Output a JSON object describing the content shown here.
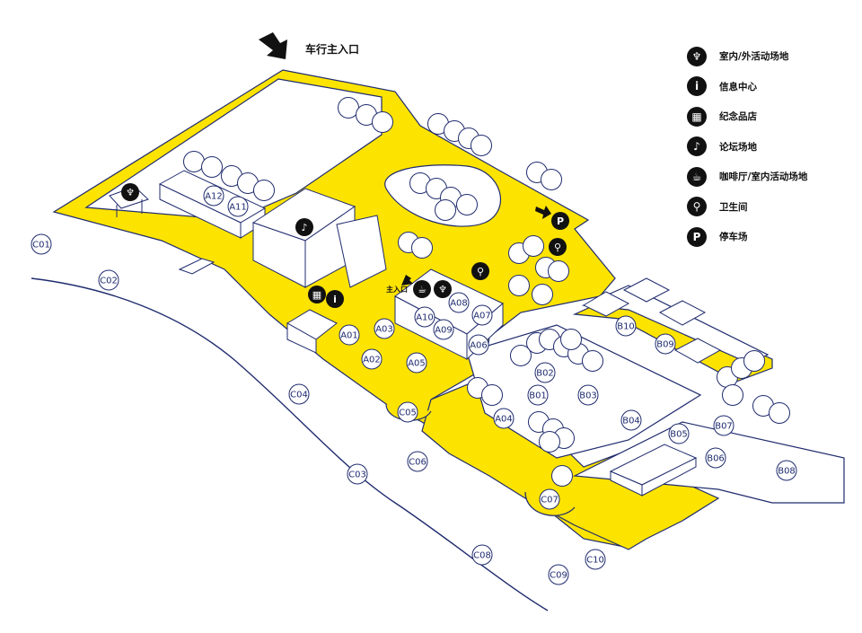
{
  "colors": {
    "ground": "#fde300",
    "outline": "#1f2b6e",
    "building": "#ffffff",
    "icon_fill": "#111111"
  },
  "entrances": {
    "vehicle": "车行主入口",
    "main": "主入口"
  },
  "legend": [
    {
      "icon": "people-icon",
      "glyph": "♆",
      "label": "室内/外活动场地"
    },
    {
      "icon": "info-icon",
      "glyph": "i",
      "label": "信息中心"
    },
    {
      "icon": "gift-icon",
      "glyph": "▦",
      "label": "纪念品店"
    },
    {
      "icon": "forum-icon",
      "glyph": "♪",
      "label": "论坛场地"
    },
    {
      "icon": "coffee-icon",
      "glyph": "☕",
      "label": "咖啡厅/室内活动场地"
    },
    {
      "icon": "restroom-icon",
      "glyph": "⚲",
      "label": "卫生间"
    },
    {
      "icon": "parking-icon",
      "glyph": "P",
      "label": "停车场"
    }
  ],
  "zones": [
    {
      "id": "A01",
      "label": "A01"
    },
    {
      "id": "A02",
      "label": "A02"
    },
    {
      "id": "A03",
      "label": "A03"
    },
    {
      "id": "A04",
      "label": "A04"
    },
    {
      "id": "A05",
      "label": "A05"
    },
    {
      "id": "A06",
      "label": "A06"
    },
    {
      "id": "A07",
      "label": "A07"
    },
    {
      "id": "A08",
      "label": "A08"
    },
    {
      "id": "A09",
      "label": "A09"
    },
    {
      "id": "A10",
      "label": "A10"
    },
    {
      "id": "A11",
      "label": "A11"
    },
    {
      "id": "A12",
      "label": "A12"
    },
    {
      "id": "B01",
      "label": "B01"
    },
    {
      "id": "B02",
      "label": "B02"
    },
    {
      "id": "B03",
      "label": "B03"
    },
    {
      "id": "B04",
      "label": "B04"
    },
    {
      "id": "B05",
      "label": "B05"
    },
    {
      "id": "B06",
      "label": "B06"
    },
    {
      "id": "B07",
      "label": "B07"
    },
    {
      "id": "B08",
      "label": "B08"
    },
    {
      "id": "B09",
      "label": "B09"
    },
    {
      "id": "B10",
      "label": "B10"
    },
    {
      "id": "C01",
      "label": "C01"
    },
    {
      "id": "C02",
      "label": "C02"
    },
    {
      "id": "C03",
      "label": "C03"
    },
    {
      "id": "C04",
      "label": "C04"
    },
    {
      "id": "C05",
      "label": "C05"
    },
    {
      "id": "C06",
      "label": "C06"
    },
    {
      "id": "C07",
      "label": "C07"
    },
    {
      "id": "C08",
      "label": "C08"
    },
    {
      "id": "C09",
      "label": "C09"
    },
    {
      "id": "C10",
      "label": "C10"
    }
  ],
  "markers": [
    {
      "id": "parking",
      "icon": "parking-icon",
      "glyph": "P"
    },
    {
      "id": "restroom-north",
      "icon": "restroom-icon",
      "glyph": "⚲"
    },
    {
      "id": "restroom-main",
      "icon": "restroom-icon",
      "glyph": "⚲"
    },
    {
      "id": "people-west",
      "icon": "people-icon",
      "glyph": "♆"
    },
    {
      "id": "people-main",
      "icon": "people-icon",
      "glyph": "♆"
    },
    {
      "id": "forum",
      "icon": "forum-icon",
      "glyph": "♪"
    },
    {
      "id": "gift",
      "icon": "gift-icon",
      "glyph": "▦"
    },
    {
      "id": "info",
      "icon": "info-icon",
      "glyph": "i"
    },
    {
      "id": "coffee",
      "icon": "coffee-icon",
      "glyph": "☕"
    }
  ]
}
